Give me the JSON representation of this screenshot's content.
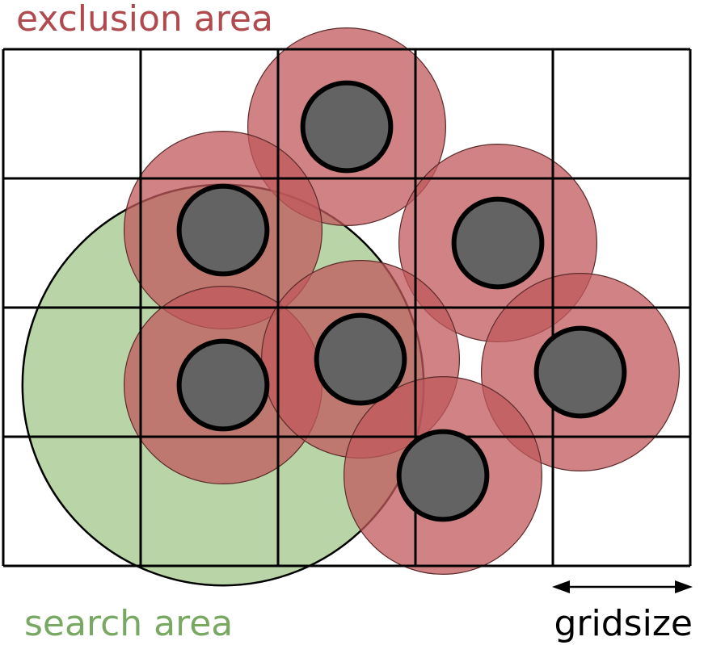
{
  "labels": {
    "exclusion_area": "exclusion area",
    "search_area": "search area",
    "gridsize": "gridsize"
  },
  "colors": {
    "exclusion_fill": "#c0585c",
    "exclusion_text": "#b04a4e",
    "search_fill": "#b9d5a7",
    "search_text": "#78a862",
    "particle_fill": "#636363",
    "grid_line": "#000000"
  },
  "grid": {
    "columns": 5,
    "rows": 4
  },
  "particles": [
    {
      "id": "p1",
      "col": 2.5,
      "row": 0.6
    },
    {
      "id": "p2",
      "col": 1.6,
      "row": 1.4
    },
    {
      "id": "p3",
      "col": 3.6,
      "row": 1.5
    },
    {
      "id": "p4",
      "col": 1.6,
      "row": 2.6
    },
    {
      "id": "p5",
      "col": 2.6,
      "row": 2.4
    },
    {
      "id": "p6",
      "col": 4.2,
      "row": 2.5
    },
    {
      "id": "p7",
      "col": 3.2,
      "row": 3.3
    }
  ],
  "search_area_center": {
    "col": 1.6,
    "row": 2.6
  },
  "search_radius_cells": 1.46,
  "exclusion_radius_cells": 0.72,
  "particle_radius_cells": 0.32
}
